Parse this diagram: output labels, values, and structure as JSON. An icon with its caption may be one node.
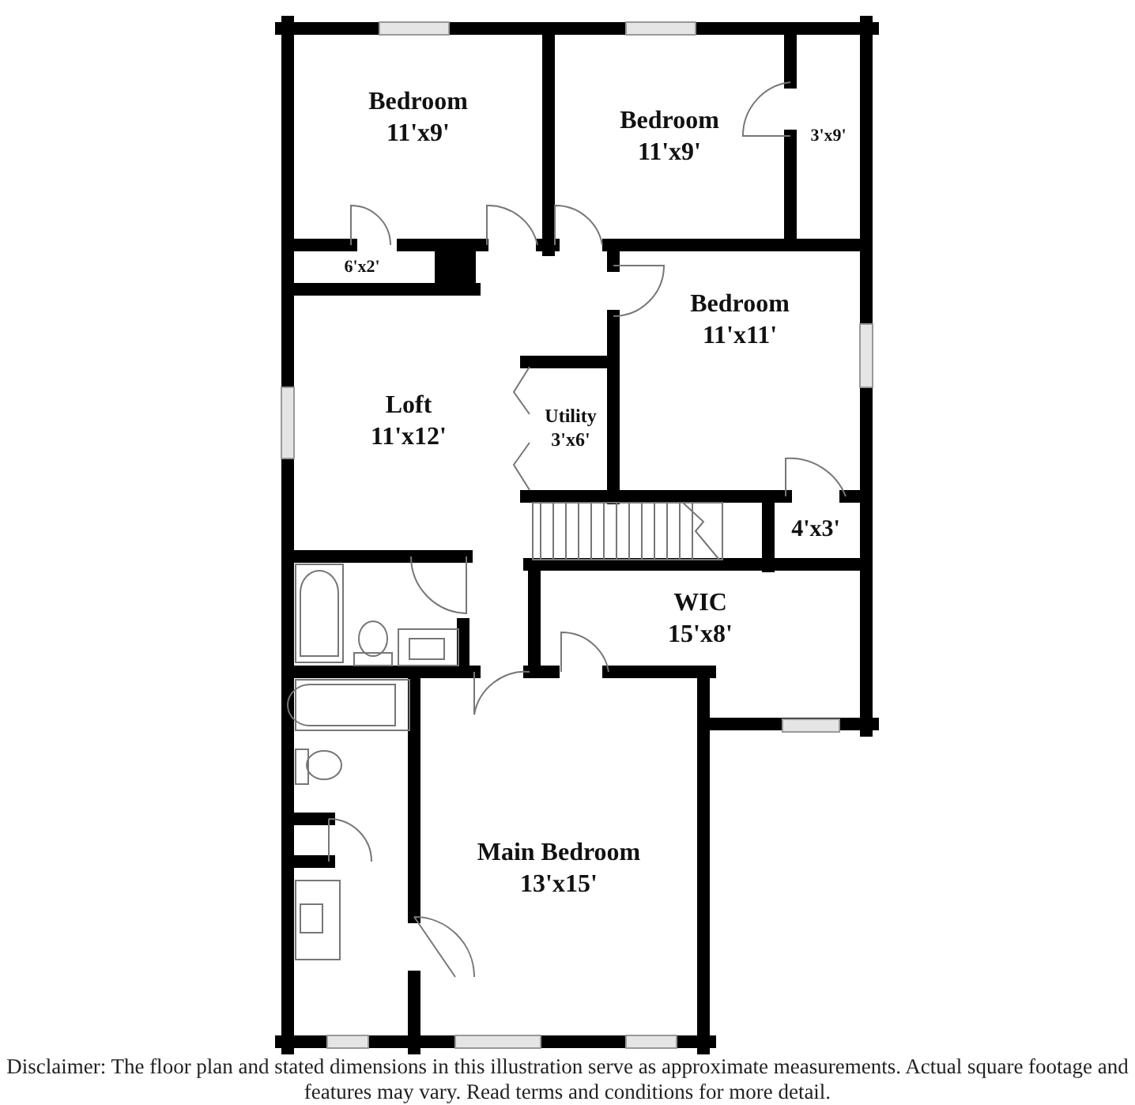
{
  "diagram": {
    "caption": "Disclaimer: The floor plan and stated dimensions in this illustration serve as approximate measurements. Actual square footage and features may vary. Read terms and conditions for more detail.",
    "nodes": [
      {
        "text": [
          "Bedroom",
          "11'x9'"
        ]
      },
      {
        "text": [
          "Bedroom",
          "11'x9'"
        ]
      },
      {
        "text": [
          "3'x9'"
        ]
      },
      {
        "text": [
          "6'x2'"
        ]
      },
      {
        "text": [
          "Bedroom",
          "11'x11'"
        ]
      },
      {
        "text": [
          "Loft",
          "11'x12'"
        ]
      },
      {
        "text": [
          "Utility",
          "3'x6'"
        ]
      },
      {
        "text": [
          "4'x3'"
        ]
      },
      {
        "text": [
          "WIC",
          "15'x8'"
        ]
      },
      {
        "text": [
          "Main Bedroom",
          "13'x15'"
        ]
      }
    ]
  }
}
